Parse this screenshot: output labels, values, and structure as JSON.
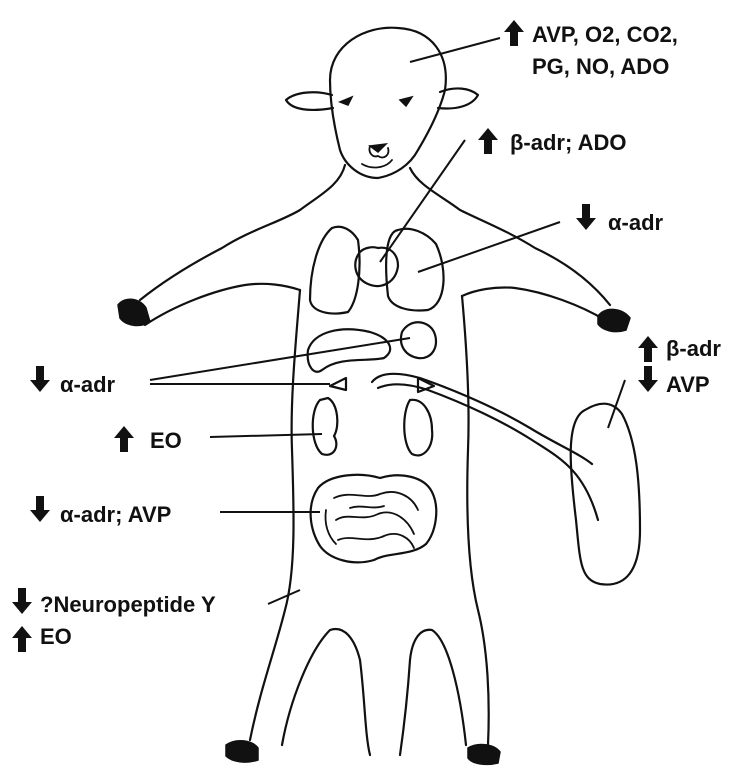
{
  "labels": {
    "head_line1": "AVP, O2, CO2,",
    "head_line2": "PG, NO, ADO",
    "heart": "β-adr; ADO",
    "lung": "α-adr",
    "liver_adrenal": "α-adr",
    "placenta_line1": "β-adr",
    "placenta_line2": "AVP",
    "kidney": "EO",
    "gut": "α-adr; AVP",
    "carcass_line1": "?Neuropeptide Y",
    "carcass_line2": "EO"
  },
  "arrows": {
    "head": "up",
    "heart": "up",
    "lung": "down",
    "liver_adrenal": "down",
    "placenta_line1": "up",
    "placenta_line2": "down",
    "kidney": "up",
    "gut": "down",
    "carcass_line1": "down",
    "carcass_line2": "up"
  }
}
